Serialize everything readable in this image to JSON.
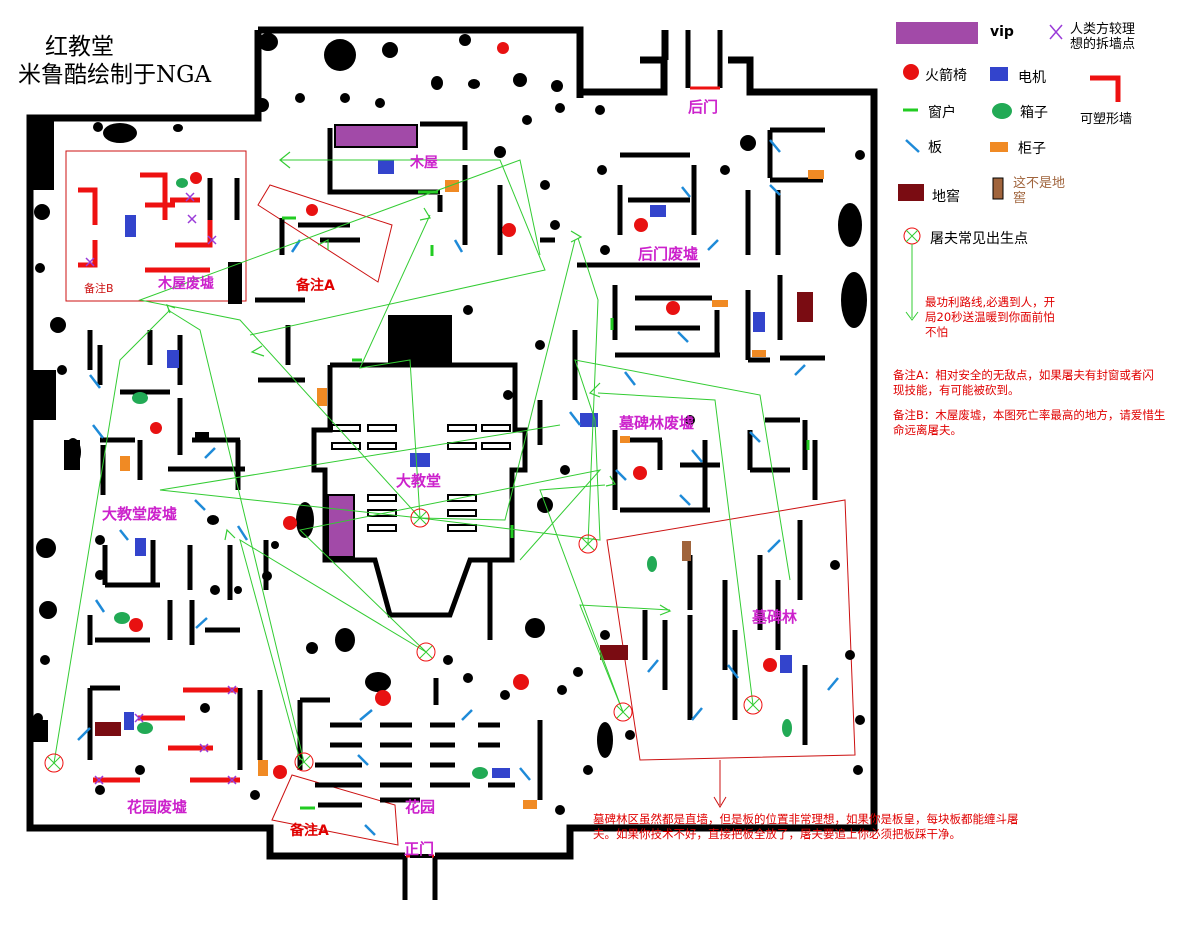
{
  "title": {
    "line1": "红教堂",
    "line2": "米鲁酷绘制于NGA"
  },
  "legend": {
    "vip": "vip",
    "breakpoint_line1": "人类方较理",
    "breakpoint_line2": "想的拆墙点",
    "rocket_chair": "火箭椅",
    "generator": "电机",
    "plastic_wall": "可塑形墙",
    "window": "窗户",
    "box": "箱子",
    "board": "板",
    "cabinet": "柜子",
    "cellar": "地窖",
    "not_cellar_line1": "这不是地",
    "not_cellar_line2": "窖",
    "spawn": "屠夫常见出生点",
    "colors": {
      "vip": "#a24aa8",
      "rocket_chair": "#e81111",
      "generator": "#3344cc",
      "window": "#22cc22",
      "box": "#22aa55",
      "board": "#1e8ad8",
      "cabinet": "#f08a24",
      "cellar": "#7a0c12",
      "not_cellar": "#a0643c",
      "plastic_wall": "#ee1111",
      "area_label": "#cc22cc",
      "route": "#33cc33"
    }
  },
  "notes": {
    "route_tip": "最功利路线,必遇到人，开局20秒送温暖到你面前怕不怕",
    "note_a": "备注A：相对安全的无敌点，如果屠夫有封窗或者闪现技能，有可能被砍到。",
    "note_b": "备注B：木屋废墟，本图死亡率最高的地方，请爱惜生命远离屠夫。",
    "graveyard_tip": "墓碑林区虽然都是直墙，但是板的位置非常理想，如果你是板皇，每块板都能缠斗屠夫。如果你技术不好，直接把板全放了，屠夫要追上你必须把板踩干净。"
  },
  "areas": {
    "cabin": "木屋",
    "cabin_ruins": "木屋废墟",
    "note_a_top": "备注A",
    "note_b": "备注B",
    "back_gate": "后门",
    "back_gate_ruins": "后门废墟",
    "graveyard_ruins": "墓碑林废墟",
    "cathedral": "大教堂",
    "cathedral_ruins": "大教堂废墟",
    "graveyard": "墓碑林",
    "garden": "花园",
    "garden_ruins": "花园废墟",
    "note_a_bottom": "备注A",
    "main_gate": "正门"
  }
}
